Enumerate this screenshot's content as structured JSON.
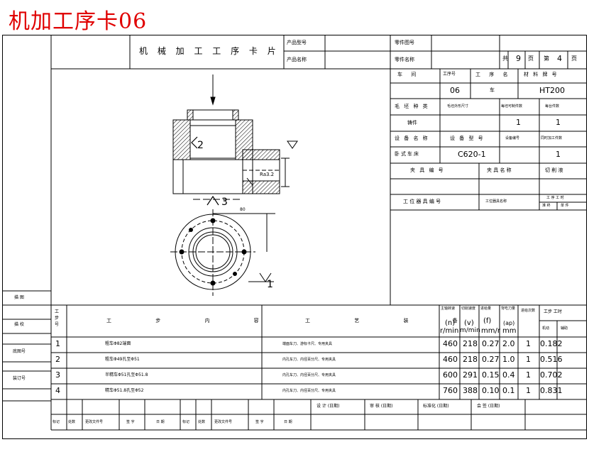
{
  "page_title": "机加工序卡06",
  "header": {
    "card_name": "机 械 加 工 工 序 卡 片",
    "product_model_label": "产品型号",
    "product_name_label": "产品名称",
    "part_drawing_label": "零件图号",
    "part_name_label": "零件名称",
    "total_label": "共",
    "total_value": "9",
    "page_unit_1": "页",
    "page_label": "第",
    "page_value": "4",
    "page_unit_2": "页"
  },
  "info": {
    "workshop_label": "车 间",
    "process_no_label": "工序号",
    "process_name_label": "工 序 名",
    "material_label": "材 料 牌 号",
    "process_no": "06",
    "process_name": "车",
    "material": "HT200",
    "blank_type_label": "毛 坯 种 类",
    "blank_size_label": "毛坯外形尺寸",
    "blanks_per_label": "每坯可制件数",
    "pieces_per_label": "每台件数",
    "blank_type": "铸件",
    "blanks_per": "1",
    "pieces_per": "1",
    "equipment_name_label": "设 备 名 称",
    "equipment_model_label": "设 备 型 号",
    "equipment_no_label": "设备编号",
    "simultaneous_label": "同时加工件数",
    "equipment_name": "卧式车床",
    "equipment_model": "C620-1",
    "simultaneous": "1",
    "fixture_no_label": "夹 具 编 号",
    "fixture_name_label": "夹 具 名 称",
    "coolant_label": "切 削 液",
    "station_tool_no_label": "工 位 器 具 编 号",
    "station_tool_name_label": "工位器具名称",
    "time_label": "工 序 工 时",
    "time_prep_label": "准 终",
    "time_unit_label": "单 件"
  },
  "side_labels": [
    "描 图",
    "描 校",
    "底图号",
    "装订号"
  ],
  "drawing": {
    "label_2": "2",
    "label_3": "3",
    "label_1": "1",
    "label_ra": "Ra3.2",
    "label_dim": "80"
  },
  "steps_header": {
    "step_no": "工步号",
    "content": "工 步 内 容",
    "equipment": "工 艺 装 备",
    "speed_label": "主轴转速",
    "speed_unit": "r/min",
    "speed_sym": "(n)",
    "cut_speed_label": "切削速度",
    "cut_speed_sym": "(v)",
    "cut_speed_unit": "m/min",
    "feed_label": "进给量",
    "feed_sym": "(f)",
    "feed_unit": "mm/r",
    "depth_label": "背吃刀量",
    "depth_sym": "(ap)",
    "depth_unit": "mm",
    "passes_label": "进给次数",
    "time_label": "工步 工时",
    "time_machine": "机动",
    "time_aux": "辅助"
  },
  "steps": [
    {
      "no": "1",
      "content": "粗车Φ82端面",
      "equipment": "端面车刀、游标卡尺、专用夹具",
      "n": "460",
      "v": "218",
      "f": "0.27",
      "ap": "2.0",
      "passes": "1",
      "time": "0.182"
    },
    {
      "no": "2",
      "content": "粗车Φ49孔至Φ51",
      "equipment": "内孔车刀、内径百分尺、专用夹具",
      "n": "460",
      "v": "218",
      "f": "0.27",
      "ap": "1.0",
      "passes": "1",
      "time": "0.516"
    },
    {
      "no": "3",
      "content": "半精车Φ51孔至Φ51.8",
      "equipment": "内孔车刀、内径百分尺、专用夹具",
      "n": "600",
      "v": "291",
      "f": "0.15",
      "ap": "0.4",
      "passes": "1",
      "time": "0.702"
    },
    {
      "no": "4",
      "content": "精车Φ51.8孔至Φ52",
      "equipment": "内孔车刀、内径百分尺、专用夹具",
      "n": "760",
      "v": "388",
      "f": "0.10",
      "ap": "0.1",
      "passes": "1",
      "time": "0.831"
    }
  ],
  "footer": {
    "design_label": "设 计 (日期)",
    "review_label": "审 核 (日期)",
    "standard_label": "标准化 (日期)",
    "sign_label": "会 签 (日期)",
    "mark_1": "标记",
    "count_1": "处数",
    "doc_1": "更改文件号",
    "sig_1": "签 字",
    "date_1": "日 期",
    "mark_2": "标记",
    "count_2": "处数",
    "doc_2": "更改文件号",
    "sig_2": "签 字",
    "date_2": "日 期"
  }
}
